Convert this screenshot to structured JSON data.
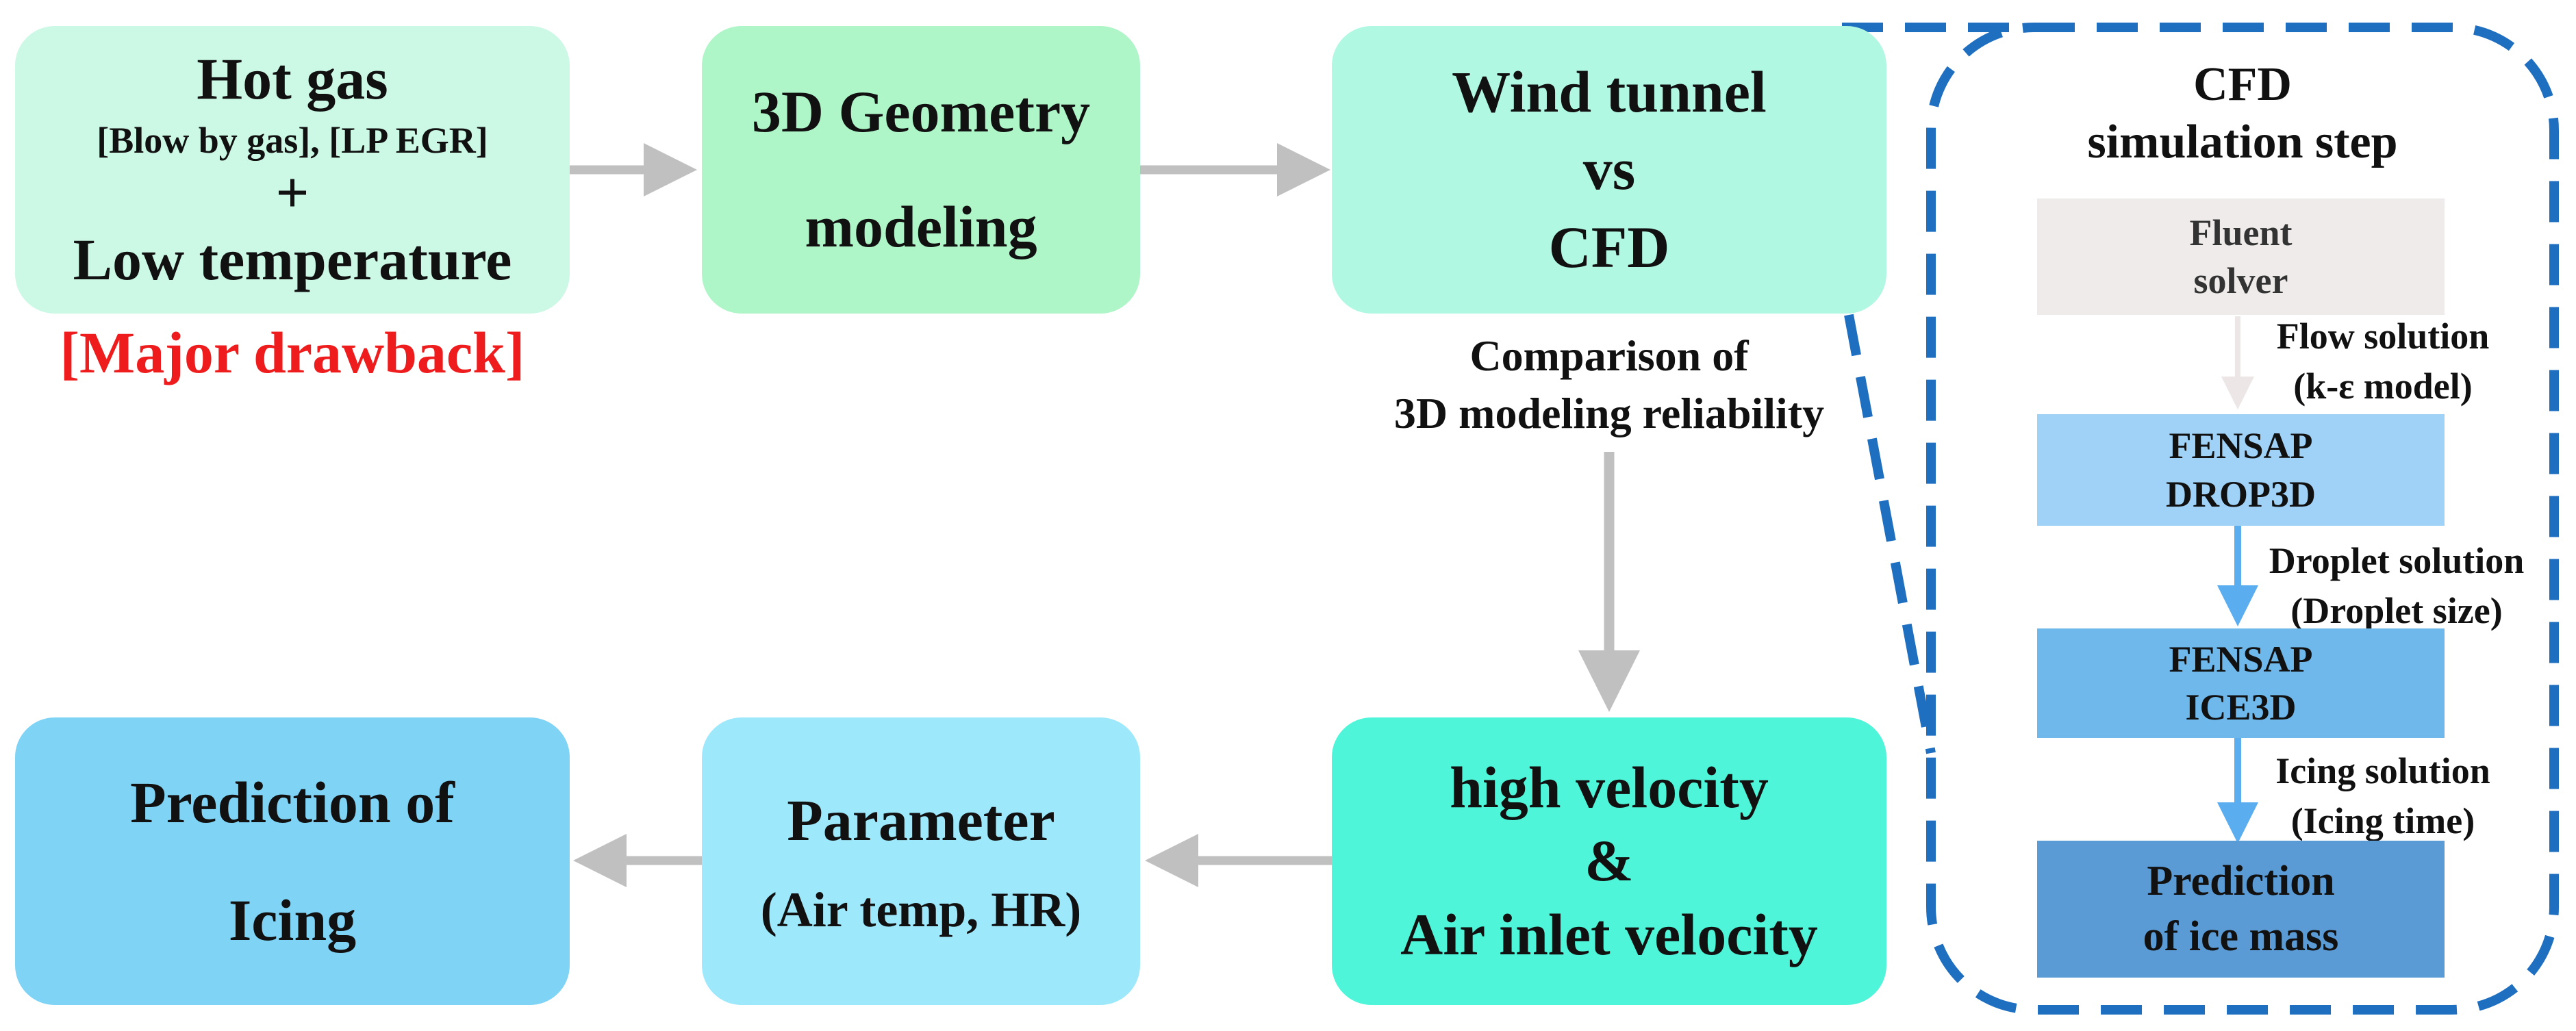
{
  "boxes": {
    "hot_gas": {
      "title": "Hot gas",
      "subtitle": "[Blow by gas], [LP EGR]",
      "plus": "+",
      "line2": "Low temperature",
      "drawback": "[Major drawback]"
    },
    "geometry": {
      "line1": "3D Geometry",
      "line2": "modeling"
    },
    "wind_tunnel": {
      "line1": "Wind tunnel",
      "line2": "vs",
      "line3": "CFD"
    },
    "comparison": {
      "line1": "Comparison of",
      "line2": "3D modeling reliability"
    },
    "velocity": {
      "line1": "high velocity",
      "line2": "&",
      "line3": "Air inlet velocity"
    },
    "parameter": {
      "line1": "Parameter",
      "line2": "(Air temp, HR)"
    },
    "prediction_icing": {
      "line1": "Prediction of",
      "line2": "Icing"
    }
  },
  "cfd_panel": {
    "title_line1": "CFD",
    "title_line2": "simulation step",
    "steps": [
      {
        "line1": "Fluent",
        "line2": "solver"
      },
      {
        "line1": "FENSAP",
        "line2": "DROP3D"
      },
      {
        "line1": "FENSAP",
        "line2": "ICE3D"
      },
      {
        "line1": "Prediction",
        "line2": "of ice mass"
      }
    ],
    "edges": [
      {
        "line1": "Flow solution",
        "line2": "(k-ε model)"
      },
      {
        "line1": "Droplet solution",
        "line2": "(Droplet size)"
      },
      {
        "line1": "Icing solution",
        "line2": "(Icing time)"
      }
    ]
  },
  "colors": {
    "hot_gas": "#ccf8e6",
    "geometry": "#aef5c8",
    "wind_tunnel": "#b1f8e3",
    "velocity": "#4ff5d8",
    "parameter": "#9ee8fb",
    "prediction_icing": "#7fd3f5",
    "fluent": "#f0ebeb",
    "drop3d": "#9fd2f6",
    "ice3d": "#6eb8ec",
    "ice_mass": "#5b9bd5",
    "drawback_text": "#ee1c1c",
    "gray_arrow": "#c0c0c0",
    "blue_arrow": "#5aaeef",
    "dashed_border": "#1f6fc1"
  }
}
